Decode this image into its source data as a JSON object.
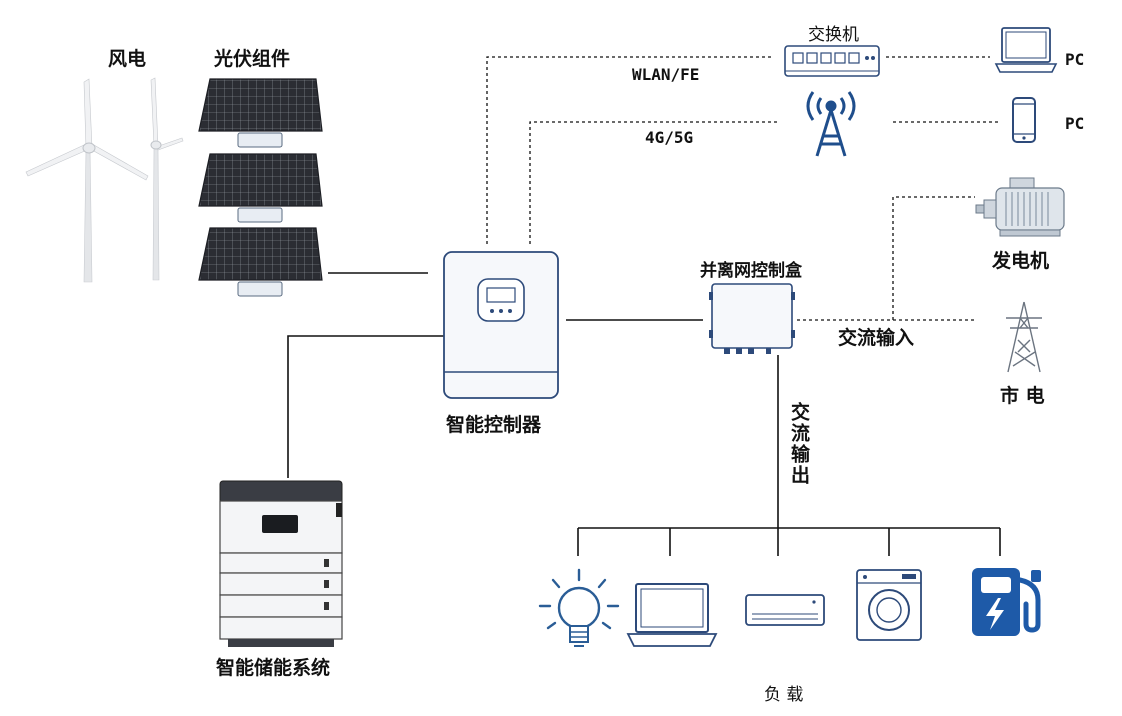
{
  "labels": {
    "wind": "风电",
    "pv": "光伏组件",
    "controller": "智能控制器",
    "storage": "智能储能系统",
    "switch": "交换机",
    "wlan": "WLAN/FE",
    "cellular": "4G/5G",
    "pc_laptop": "PC",
    "pc_phone": "PC",
    "grid_box": "并离网控制盒",
    "generator": "发电机",
    "ac_input": "交流输入",
    "utility": "市 电",
    "ac_output": "交流输出",
    "load": "负 载"
  },
  "colors": {
    "line": "#111111",
    "panel": "#2b2d33",
    "device_outline": "#2d4a7a",
    "device_fill": "#f6f8fb",
    "steel": "#7a8a99",
    "charger_blue": "#1e5aa8",
    "bulb_blue": "#2a5d96"
  },
  "icons": [
    "wind-turbine-icon",
    "solar-panel-icon",
    "inverter-icon",
    "battery-stack-icon",
    "network-switch-icon",
    "cell-tower-icon",
    "laptop-icon",
    "smartphone-icon",
    "control-box-icon",
    "generator-icon",
    "power-pylon-icon",
    "light-bulb-icon",
    "air-conditioner-icon",
    "washing-machine-icon",
    "ev-charger-icon"
  ]
}
